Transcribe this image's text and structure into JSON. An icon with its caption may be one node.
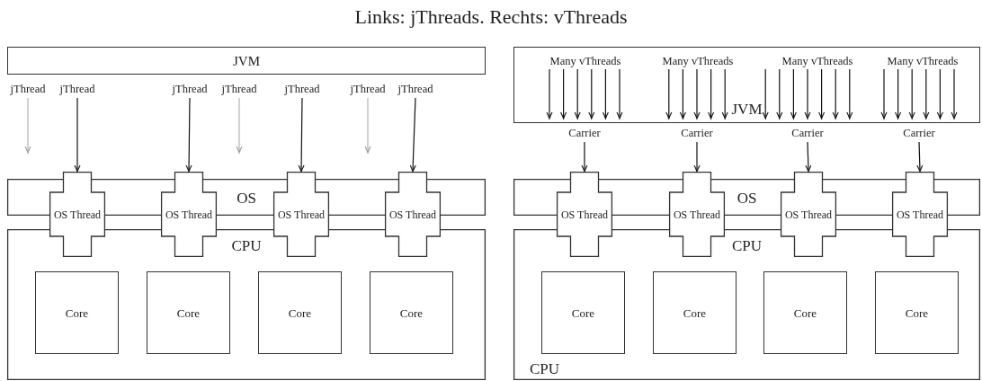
{
  "diagram": {
    "title": "Links: jThreads. Rechts: vThreads",
    "nodes": [
      {
        "text": [
          "JVM"
        ]
      },
      {
        "text": [
          "jThread"
        ]
      },
      {
        "text": [
          "jThread"
        ]
      },
      {
        "text": [
          "jThread"
        ]
      },
      {
        "text": [
          "jThread"
        ]
      },
      {
        "text": [
          "jThread"
        ]
      },
      {
        "text": [
          "jThread"
        ]
      },
      {
        "text": [
          "jThread"
        ]
      },
      {
        "text": [
          "OS"
        ]
      },
      {
        "text": [
          "CPU"
        ]
      },
      {
        "text": [
          "OS Thread"
        ]
      },
      {
        "text": [
          "OS Thread"
        ]
      },
      {
        "text": [
          "OS Thread"
        ]
      },
      {
        "text": [
          "OS Thread"
        ]
      },
      {
        "text": [
          "Core"
        ],
        "in": 9
      },
      {
        "text": [
          "Core"
        ],
        "in": 9
      },
      {
        "text": [
          "Core"
        ],
        "in": 9
      },
      {
        "text": [
          "Core"
        ],
        "in": 9
      },
      {
        "text": [
          "JVM"
        ]
      },
      {
        "text": [
          "Many vThreads"
        ],
        "in": 18
      },
      {
        "text": [
          "Many vThreads"
        ],
        "in": 18
      },
      {
        "text": [
          "Many vThreads"
        ],
        "in": 18
      },
      {
        "text": [
          "Many vThreads"
        ],
        "in": 18
      },
      {
        "text": [
          "Carrier"
        ]
      },
      {
        "text": [
          "Carrier"
        ]
      },
      {
        "text": [
          "Carrier"
        ]
      },
      {
        "text": [
          "Carrier"
        ]
      },
      {
        "text": [
          "OS"
        ]
      },
      {
        "text": [
          "CPU",
          "CPU"
        ]
      },
      {
        "text": [
          "OS Thread"
        ]
      },
      {
        "text": [
          "OS Thread"
        ]
      },
      {
        "text": [
          "OS Thread"
        ]
      },
      {
        "text": [
          "OS Thread"
        ]
      },
      {
        "text": [
          "Core"
        ],
        "in": 28
      },
      {
        "text": [
          "Core"
        ],
        "in": 28
      },
      {
        "text": [
          "Core"
        ],
        "in": 28
      },
      {
        "text": [
          "Core"
        ],
        "in": 28
      }
    ],
    "edges": [
      {
        "from": 1,
        "to": null,
        "arrow": "to",
        "color": "#999999"
      },
      {
        "from": 2,
        "to": 10,
        "arrow": "to"
      },
      {
        "from": 3,
        "to": 11,
        "arrow": "to"
      },
      {
        "from": 4,
        "to": null,
        "arrow": "to",
        "color": "#999999"
      },
      {
        "from": 5,
        "to": 12,
        "arrow": "to"
      },
      {
        "from": 6,
        "to": null,
        "arrow": "to",
        "color": "#999999"
      },
      {
        "from": 7,
        "to": 13,
        "arrow": "to"
      },
      {
        "from": 19,
        "to": 23,
        "arrow": "to"
      },
      {
        "from": 19,
        "to": 23,
        "arrow": "to"
      },
      {
        "from": 19,
        "to": 23,
        "arrow": "to"
      },
      {
        "from": 19,
        "to": 23,
        "arrow": "to"
      },
      {
        "from": 19,
        "to": 23,
        "arrow": "to"
      },
      {
        "from": 19,
        "to": 23,
        "arrow": "to"
      },
      {
        "from": 20,
        "to": 24,
        "arrow": "to"
      },
      {
        "from": 20,
        "to": 24,
        "arrow": "to"
      },
      {
        "from": 20,
        "to": 24,
        "arrow": "to"
      },
      {
        "from": 20,
        "to": 24,
        "arrow": "to"
      },
      {
        "from": 20,
        "to": 24,
        "arrow": "to"
      },
      {
        "from": 21,
        "to": 25,
        "arrow": "to"
      },
      {
        "from": 21,
        "to": 25,
        "arrow": "to"
      },
      {
        "from": 21,
        "to": 25,
        "arrow": "to"
      },
      {
        "from": 21,
        "to": 25,
        "arrow": "to"
      },
      {
        "from": 21,
        "to": 25,
        "arrow": "to"
      },
      {
        "from": 21,
        "to": 25,
        "arrow": "to"
      },
      {
        "from": 21,
        "to": 25,
        "arrow": "to"
      },
      {
        "from": 22,
        "to": 26,
        "arrow": "to"
      },
      {
        "from": 22,
        "to": 26,
        "arrow": "to"
      },
      {
        "from": 22,
        "to": 26,
        "arrow": "to"
      },
      {
        "from": 22,
        "to": 26,
        "arrow": "to"
      },
      {
        "from": 22,
        "to": 26,
        "arrow": "to"
      },
      {
        "from": 22,
        "to": 26,
        "arrow": "to"
      },
      {
        "from": 23,
        "to": 29,
        "arrow": "to"
      },
      {
        "from": 24,
        "to": 30,
        "arrow": "to"
      },
      {
        "from": 25,
        "to": 31,
        "arrow": "to"
      },
      {
        "from": 26,
        "to": 32,
        "arrow": "to"
      }
    ]
  }
}
